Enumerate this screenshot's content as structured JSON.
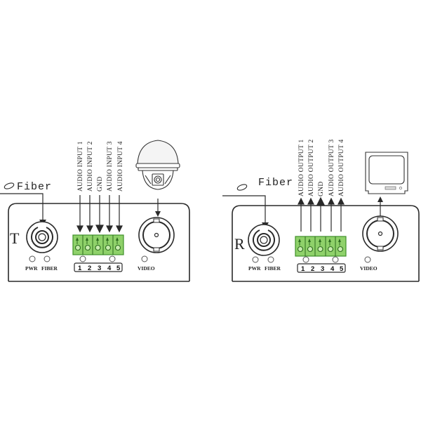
{
  "colors": {
    "line": "#2a2a2a",
    "terminal_fill": "#8fd16a",
    "terminal_stroke": "#3f8f2a",
    "terminal_dark": "#2c6a1e",
    "background": "#ffffff"
  },
  "transmitter": {
    "unit_letter": "T",
    "fiber_label": "Fiber",
    "leds": {
      "pwr": "PWR",
      "fiber": "FIBER",
      "video": "VIDEO"
    },
    "audio_labels": [
      "AUDIO INPUT 1",
      "AUDIO INPUT 2",
      "GND",
      "AUDIO INPUT 3",
      "AUDIO INPUT 4"
    ],
    "pin_numbers": [
      "1",
      "2",
      "3",
      "4",
      "5"
    ],
    "video_device": "camera-icon",
    "signal_direction": "in"
  },
  "receiver": {
    "unit_letter": "R",
    "fiber_label": "Fiber",
    "leds": {
      "pwr": "PWR",
      "fiber": "FIBER",
      "video": "VIDEO"
    },
    "audio_labels": [
      "AUDIO OUTPUT 1",
      "AUDIO OUTPUT 2",
      "GND",
      "AUDIO OUTPUT 3",
      "AUDIO OUTPUT 4"
    ],
    "pin_numbers": [
      "1",
      "2",
      "3",
      "4",
      "5"
    ],
    "video_device": "monitor-icon",
    "signal_direction": "out"
  }
}
